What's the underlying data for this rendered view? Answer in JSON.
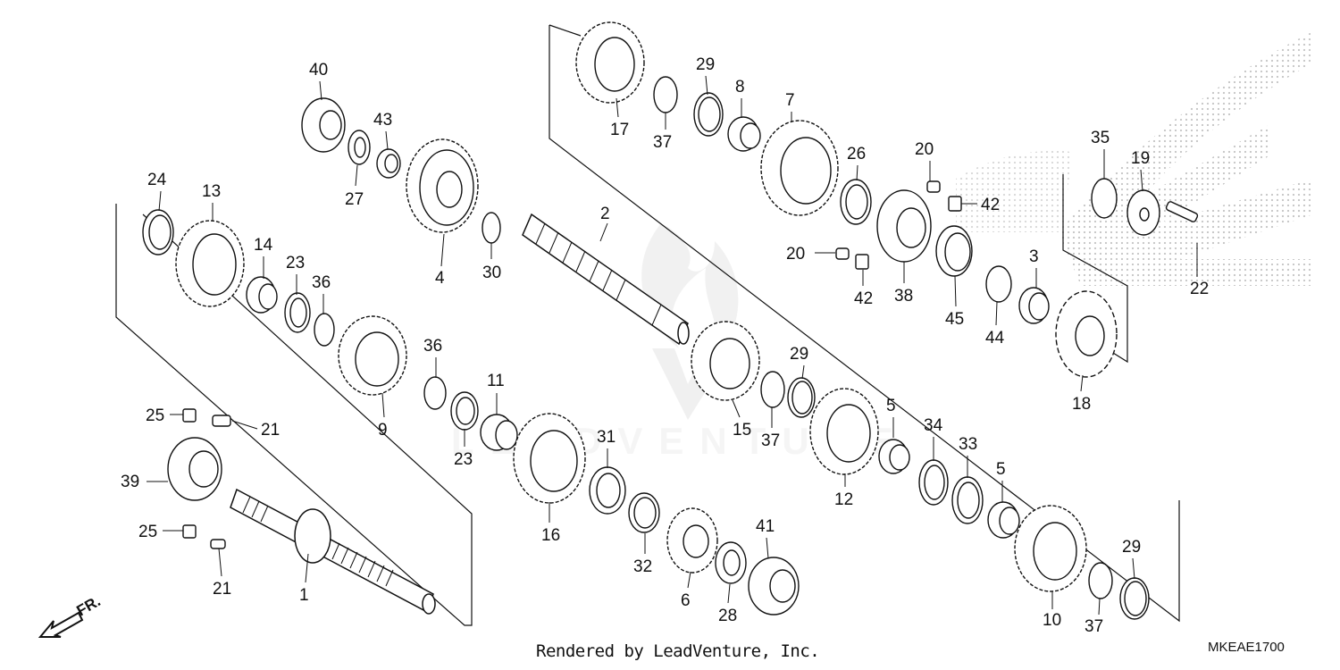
{
  "diagram": {
    "footer_text": "Rendered by LeadVenture, Inc.",
    "diagram_code": "MKEAE1700",
    "front_arrow_label": "FR.",
    "watermark_text": "LEADVENTURE",
    "colors": {
      "line": "#111111",
      "watermark": "#e6e6e6",
      "logo_dots": "#bdbdbd"
    },
    "callouts": [
      {
        "id": "1"
      },
      {
        "id": "2"
      },
      {
        "id": "3"
      },
      {
        "id": "4"
      },
      {
        "id": "5"
      },
      {
        "id": "5"
      },
      {
        "id": "6"
      },
      {
        "id": "7"
      },
      {
        "id": "8"
      },
      {
        "id": "9"
      },
      {
        "id": "10"
      },
      {
        "id": "11"
      },
      {
        "id": "12"
      },
      {
        "id": "13"
      },
      {
        "id": "14"
      },
      {
        "id": "15"
      },
      {
        "id": "16"
      },
      {
        "id": "17"
      },
      {
        "id": "18"
      },
      {
        "id": "19"
      },
      {
        "id": "20"
      },
      {
        "id": "20"
      },
      {
        "id": "21"
      },
      {
        "id": "21"
      },
      {
        "id": "22"
      },
      {
        "id": "23"
      },
      {
        "id": "23"
      },
      {
        "id": "24"
      },
      {
        "id": "25"
      },
      {
        "id": "25"
      },
      {
        "id": "26"
      },
      {
        "id": "27"
      },
      {
        "id": "28"
      },
      {
        "id": "29"
      },
      {
        "id": "29"
      },
      {
        "id": "29"
      },
      {
        "id": "30"
      },
      {
        "id": "31"
      },
      {
        "id": "32"
      },
      {
        "id": "33"
      },
      {
        "id": "34"
      },
      {
        "id": "35"
      },
      {
        "id": "36"
      },
      {
        "id": "36"
      },
      {
        "id": "37"
      },
      {
        "id": "37"
      },
      {
        "id": "37"
      },
      {
        "id": "38"
      },
      {
        "id": "39"
      },
      {
        "id": "40"
      },
      {
        "id": "41"
      },
      {
        "id": "42"
      },
      {
        "id": "42"
      },
      {
        "id": "43"
      },
      {
        "id": "44"
      },
      {
        "id": "45"
      }
    ]
  }
}
